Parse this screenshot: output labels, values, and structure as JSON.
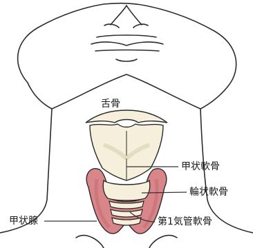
{
  "labels": {
    "hyoid": "舌骨",
    "thyroid_cartilage": "甲状軟骨",
    "cricoid_cartilage": "輪状軟骨",
    "thyroid_gland": "甲状腺",
    "first_tracheal_cartilage": "第1気管軟骨"
  },
  "colors": {
    "outline": "#2a2a2a",
    "cartilage_fill": "#f6efdc",
    "cartilage_shade": "#e6dcc2",
    "gland_fill": "#d9868a",
    "gland_shade": "#c56c72",
    "leader_line": "#333333"
  }
}
